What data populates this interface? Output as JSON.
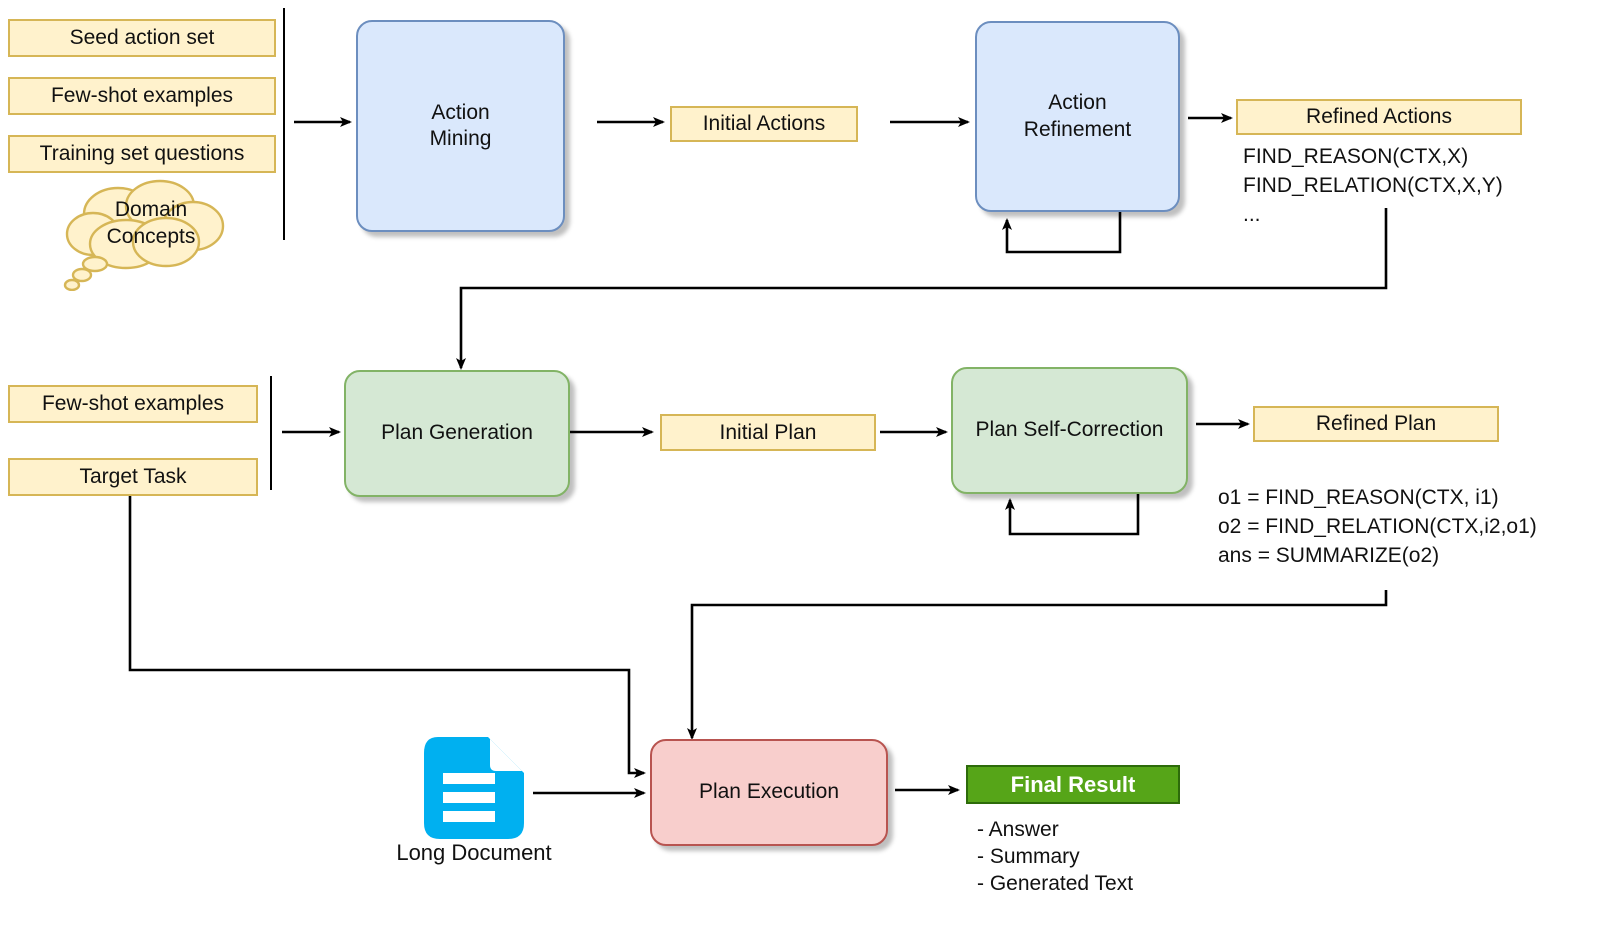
{
  "diagram": {
    "title": "Action mining and planning pipeline",
    "colors": {
      "chip_fill": "#fff2cc",
      "chip_border": "#d6b656",
      "blue_fill": "#dae8fc",
      "blue_border": "#6c8ebf",
      "green_fill": "#d5e8d4",
      "green_border": "#82b366",
      "red_fill": "#f8cecc",
      "red_border": "#b85450",
      "final_fill": "#56a518",
      "final_border": "#2d6b0a",
      "doc_icon": "#00b0f0",
      "connector": "#000000"
    }
  },
  "row1": {
    "inputs": [
      {
        "label": "Seed action set"
      },
      {
        "label": "Few-shot examples"
      },
      {
        "label": "Training set questions"
      }
    ],
    "cloud": {
      "line1": "Domain",
      "line2": "Concepts"
    },
    "action_mining": {
      "line1": "Action",
      "line2": "Mining"
    },
    "initial_actions": {
      "label": "Initial Actions"
    },
    "action_refinement": {
      "line1": "Action",
      "line2": "Refinement"
    },
    "refined_actions": {
      "label": "Refined Actions",
      "code": "FIND_REASON(CTX,X)\nFIND_RELATION(CTX,X,Y)\n..."
    }
  },
  "row2": {
    "inputs": [
      {
        "label": "Few-shot examples"
      },
      {
        "label": "Target Task"
      }
    ],
    "plan_generation": {
      "label": "Plan Generation"
    },
    "initial_plan": {
      "label": "Initial Plan"
    },
    "plan_self_correction": {
      "label": "Plan Self-Correction"
    },
    "refined_plan": {
      "label": "Refined Plan",
      "code": "o1 = FIND_REASON(CTX, i1)\no2 = FIND_RELATION(CTX,i2,o1)\nans = SUMMARIZE(o2)"
    }
  },
  "row3": {
    "long_document": {
      "caption": "Long Document"
    },
    "plan_execution": {
      "label": "Plan Execution"
    },
    "final_result": {
      "label": "Final Result",
      "items": "- Answer\n- Summary\n- Generated Text"
    }
  }
}
